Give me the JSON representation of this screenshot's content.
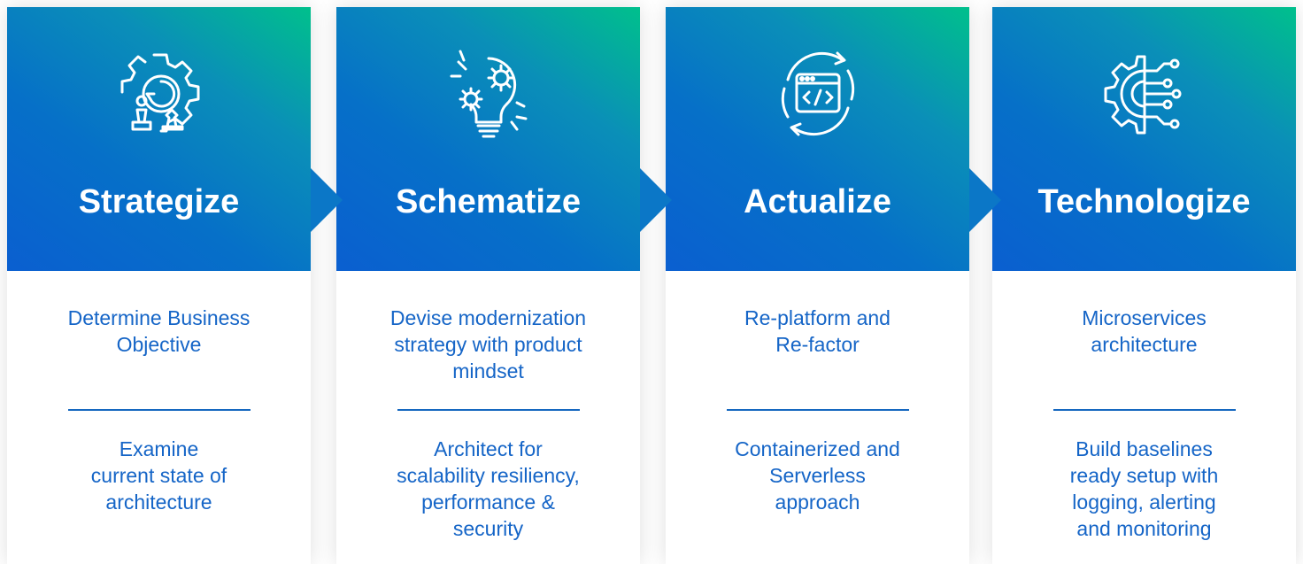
{
  "columns": [
    {
      "title": "Strategize",
      "icon": "gear-chess-icon",
      "lines_top": [
        "Determine Business",
        "Objective"
      ],
      "lines_bottom": [
        "Examine",
        "current state of",
        "architecture"
      ]
    },
    {
      "title": "Schematize",
      "icon": "lightbulb-gears-icon",
      "lines_top": [
        "Devise modernization",
        "strategy with product",
        "mindset"
      ],
      "lines_bottom": [
        "Architect for",
        "scalability resiliency,",
        "performance &",
        "security"
      ]
    },
    {
      "title": "Actualize",
      "icon": "code-window-cycle-icon",
      "lines_top": [
        "Re-platform and",
        "Re-factor"
      ],
      "lines_bottom": [
        "Containerized and",
        "Serverless",
        "approach"
      ]
    },
    {
      "title": "Technologize",
      "icon": "gear-circuit-icon",
      "lines_top": [
        "Microservices",
        "architecture"
      ],
      "lines_bottom": [
        "Build baselines",
        "ready setup with",
        "logging, alerting",
        "and monitoring"
      ]
    }
  ],
  "colors": {
    "gradient_teal": "#00c08c",
    "gradient_blue": "#0a5fd0",
    "text_blue": "#1565c7"
  }
}
